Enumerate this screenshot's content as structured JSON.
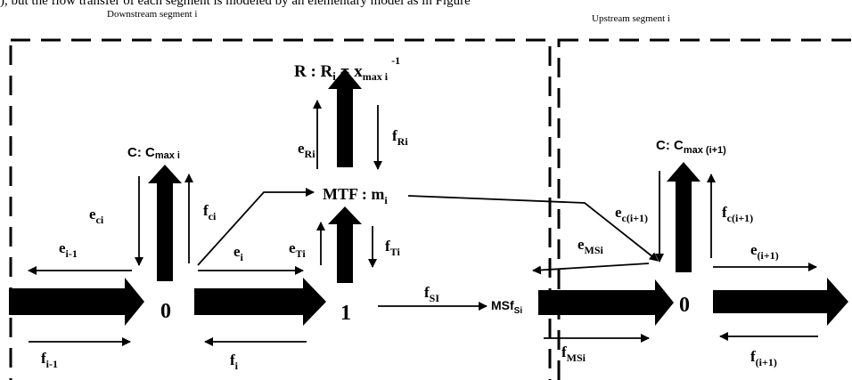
{
  "header_fragment": "), but the flow transfer of each segment is modeled by an elementary model as in Figure",
  "segments": {
    "downstream": "Downstream segment i",
    "upstream": "Upstream segment i"
  },
  "elements": {
    "R": {
      "main": "R : R",
      "sub1": "i",
      "eq": " = x",
      "sub2": "max i",
      "sup": "-1"
    },
    "C_left": {
      "main": "C: C",
      "sub": "max i"
    },
    "C_right": {
      "main": "C: C",
      "sub": "max (i+1)"
    },
    "MTF": {
      "main": "MTF : m",
      "sub": "i"
    },
    "MSf": {
      "main": "MSf",
      "sub": "Si"
    }
  },
  "junctions": {
    "zero_left": "0",
    "one": "1",
    "zero_right": "0"
  },
  "variables": {
    "e_ci": {
      "main": "e",
      "sub": "ci"
    },
    "e_im1": {
      "main": "e",
      "sub": "i-1"
    },
    "f_ci": {
      "main": "f",
      "sub": "ci"
    },
    "e_i": {
      "main": "e",
      "sub": "i"
    },
    "e_Ri": {
      "main": "e",
      "sub": "Ri"
    },
    "f_Ri": {
      "main": "f",
      "sub": "Ri"
    },
    "e_Ti": {
      "main": "e",
      "sub": "Ti"
    },
    "f_Ti": {
      "main": "f",
      "sub": "Ti"
    },
    "f_SI": {
      "main": "f",
      "sub": "SI"
    },
    "f_im1": {
      "main": "f",
      "sub": "i-1"
    },
    "f_i": {
      "main": "f",
      "sub": "i"
    },
    "e_c_ip1": {
      "main": "e",
      "sub": "c(i+1)"
    },
    "f_c_ip1": {
      "main": "f",
      "sub": "c(i+1)"
    },
    "e_MSi": {
      "main": "e",
      "sub": "MSi"
    },
    "e_ip1": {
      "main": "e",
      "sub": "(i+1)"
    },
    "f_MSi": {
      "main": "f",
      "sub": "MSi"
    },
    "f_ip1": {
      "main": "f",
      "sub": "(i+1)"
    }
  }
}
